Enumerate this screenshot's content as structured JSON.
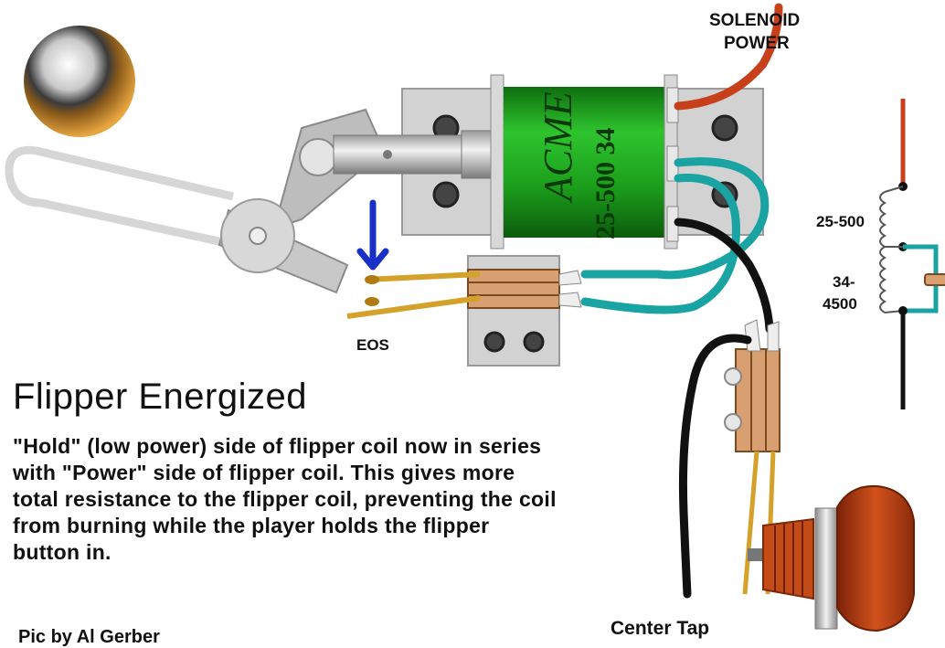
{
  "labels": {
    "solenoid_power_line1": "SOLENOID",
    "solenoid_power_line2": "POWER",
    "eos": "EOS",
    "winding_a": "25-500",
    "winding_b_line1": "34-",
    "winding_b_line2": "4500",
    "center_tap": "Center Tap"
  },
  "coil_text": {
    "brand": "ACME",
    "spec": "25-500 34"
  },
  "title": "Flipper Energized",
  "description": "\"Hold\" (low power) side of flipper coil now in series with \"Power\" side of flipper coil. This gives more total resistance to the flipper coil, preventing the coil from burning while the player holds the flipper button in.",
  "credit": "Pic by Al Gerber",
  "colors": {
    "coil_green": "#1fa51f",
    "wire_red": "#c8401a",
    "wire_teal": "#1aa3a3",
    "wire_black": "#111111",
    "contact_gold": "#d4a22a",
    "arrow_blue": "#1830c8",
    "button_red": "#b63a12"
  }
}
